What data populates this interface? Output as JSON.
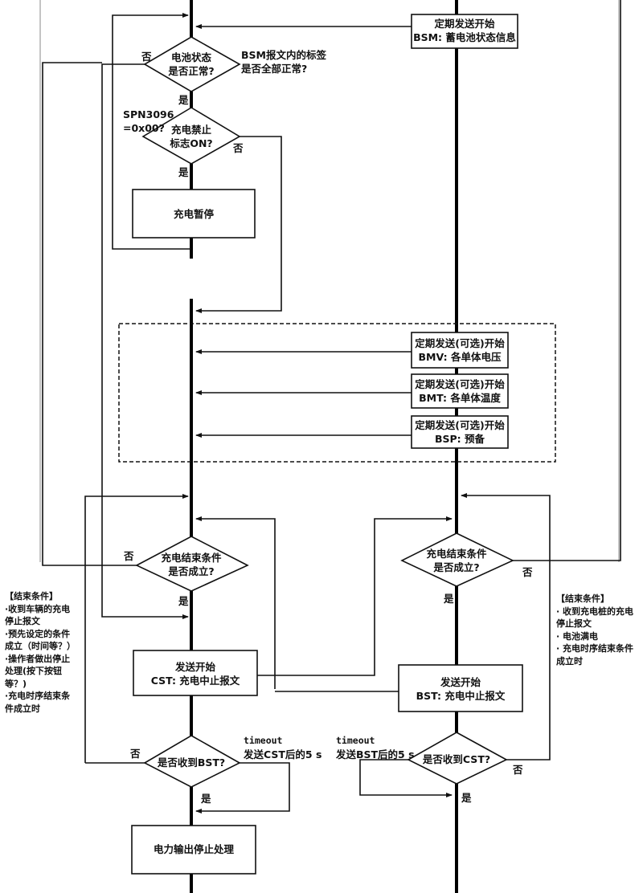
{
  "diagram": {
    "top_section": {
      "decision_battery": {
        "line1": "电池状态",
        "line2": "是否正常?"
      },
      "battery_note": {
        "line1": "BSM报文内的标签",
        "line2": "是否全部正常?"
      },
      "spn_note": {
        "line1": "SPN3096",
        "line2": "=0x00?"
      },
      "decision_inhibit": {
        "line1": "充电禁止",
        "line2": "标志ON?"
      },
      "pause_box": "充电暂停",
      "bsm_box": {
        "line1": "定期发送开始",
        "line2": "BSM: 蓄电池状态信息"
      },
      "no_label_1": "否",
      "yes_label_1": "是",
      "no_label_2": "否",
      "yes_label_2": "是"
    },
    "optional_section": {
      "bmv_box": {
        "line1": "定期发送(可选)开始",
        "line2": "BMV: 各单体电压"
      },
      "bmt_box": {
        "line1": "定期发送(可选)开始",
        "line2": "BMT: 各单体温度"
      },
      "bsp_box": {
        "line1": "定期发送(可选)开始",
        "line2": "BSP: 预备"
      }
    },
    "left_flow": {
      "decision_end": {
        "line1": "充电结束条件",
        "line2": "是否成立?"
      },
      "no_label": "否",
      "yes_label": "是",
      "end_conditions": {
        "title": "【结束条件】",
        "items": [
          "·收到车辆的充电停止报文",
          "·预先设定的条件成立（时间等？）",
          "·操作者做出停止处理(按下按钮等？)",
          "·充电时序结束条件成立时"
        ],
        "lines": [
          "【结束条件】",
          "·收到车辆的充电",
          "停止报文",
          "·预先设定的条件",
          "成立（时间等？）",
          "·操作者做出停止",
          "处理(按下按钮",
          "等？)",
          "·充电时序结束条",
          "件成立时"
        ]
      },
      "cst_box": {
        "line1": "发送开始",
        "line2": "CST: 充电中止报文"
      },
      "decision_bst": "是否收到BST?",
      "no_label_2": "否",
      "yes_label_2": "是",
      "timeout": {
        "line1": "timeout",
        "line2": "发送CST后的5 s"
      },
      "stop_box": "电力输出停止处理"
    },
    "right_flow": {
      "decision_end": {
        "line1": "充电结束条件",
        "line2": "是否成立?"
      },
      "no_label": "否",
      "yes_label": "是",
      "end_conditions": {
        "title": "【结束条件】",
        "items": [
          "· 收到充电桩的充电停止报文",
          "· 电池满电",
          "· 充电时序结束条件成立时"
        ],
        "lines": [
          "【结束条件】",
          "· 收到充电桩的充电",
          "停止报文",
          "· 电池满电",
          "· 充电时序结束条件",
          "成立时"
        ]
      },
      "bst_box": {
        "line1": "发送开始",
        "line2": "BST: 充电中止报文"
      },
      "decision_cst": "是否收到CST?",
      "no_label_2": "否",
      "yes_label_2": "是",
      "timeout": {
        "line1": "timeout",
        "line2": "发送BST后的5 s"
      }
    }
  }
}
